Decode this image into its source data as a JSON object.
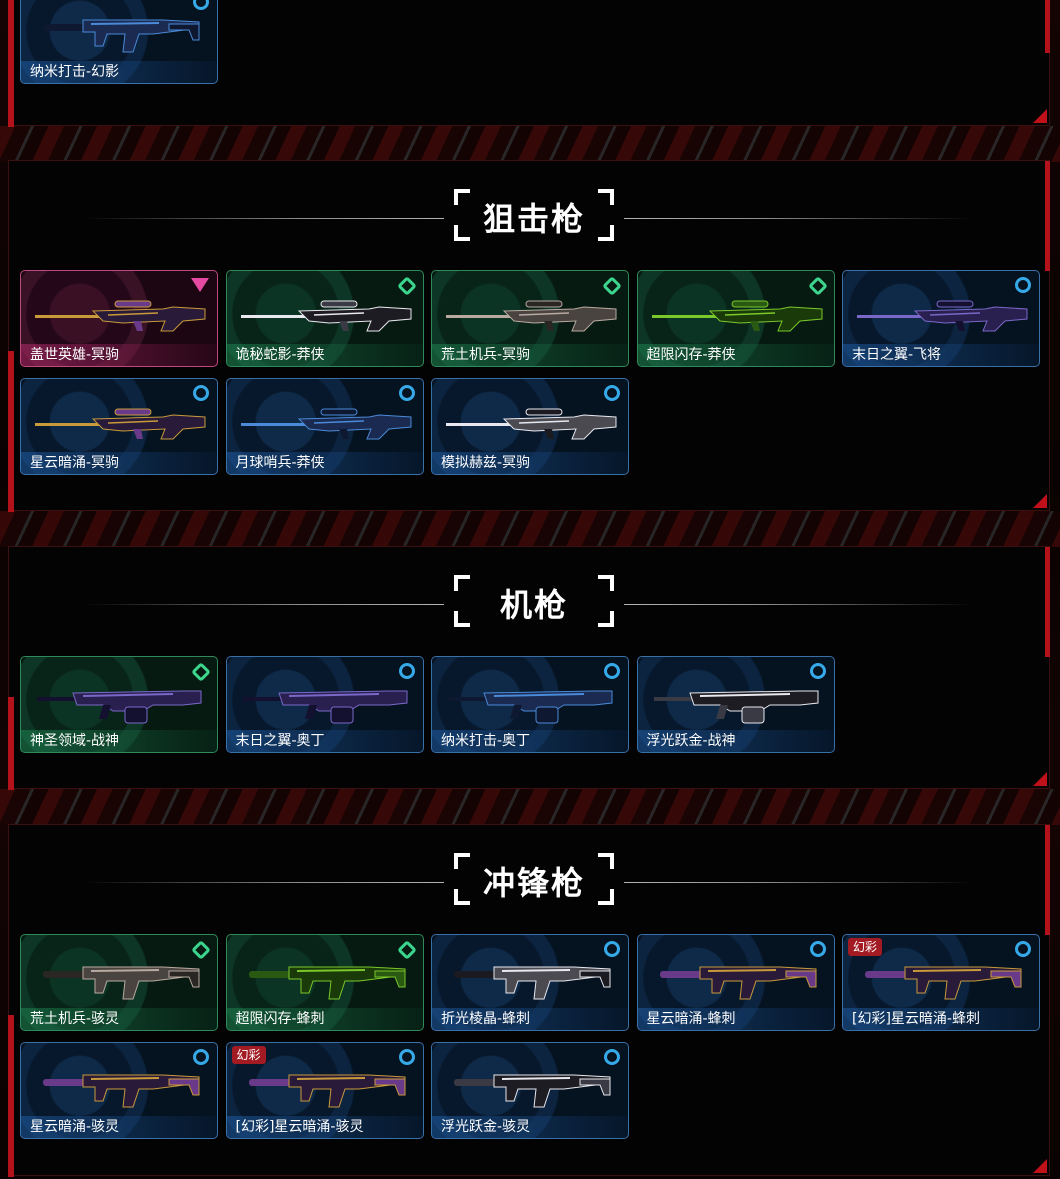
{
  "colors": {
    "accent_red": "#c0101a",
    "rarity_blue": "#36a9e8",
    "rarity_green": "#3cd58e",
    "rarity_pink": "#e54aa0"
  },
  "top_section": {
    "cards": [
      {
        "name": "纳米打击-幻影",
        "rarity": "blue",
        "icon": "rarity-circle-icon",
        "palette": "blue"
      }
    ]
  },
  "sections": [
    {
      "title": "狙击枪",
      "cards": [
        {
          "name": "盖世英雄-冥驹",
          "rarity": "pink",
          "icon": "rarity-triangle-icon",
          "palette": "gold"
        },
        {
          "name": "诡秘蛇影-莽侠",
          "rarity": "green",
          "icon": "rarity-diamond-icon",
          "palette": "dark"
        },
        {
          "name": "荒土机兵-冥驹",
          "rarity": "green",
          "icon": "rarity-diamond-icon",
          "palette": "grey"
        },
        {
          "name": "超限闪存-莽侠",
          "rarity": "green",
          "icon": "rarity-diamond-icon",
          "palette": "lime"
        },
        {
          "name": "末日之翼-飞将",
          "rarity": "blue",
          "icon": "rarity-circle-icon",
          "palette": "purple"
        },
        {
          "name": "星云暗涌-冥驹",
          "rarity": "blue",
          "icon": "rarity-circle-icon",
          "palette": "gold"
        },
        {
          "name": "月球哨兵-莽侠",
          "rarity": "blue",
          "icon": "rarity-circle-icon",
          "palette": "blue"
        },
        {
          "name": "模拟赫兹-冥驹",
          "rarity": "blue",
          "icon": "rarity-circle-icon",
          "palette": "white"
        }
      ]
    },
    {
      "title": "机枪",
      "cards": [
        {
          "name": "神圣领域-战神",
          "rarity": "green",
          "icon": "rarity-diamond-icon",
          "palette": "purple"
        },
        {
          "name": "末日之翼-奥丁",
          "rarity": "blue",
          "icon": "rarity-circle-icon",
          "palette": "purple"
        },
        {
          "name": "纳米打击-奥丁",
          "rarity": "blue",
          "icon": "rarity-circle-icon",
          "palette": "blue"
        },
        {
          "name": "浮光跃金-战神",
          "rarity": "blue",
          "icon": "rarity-circle-icon",
          "palette": "dark"
        }
      ]
    },
    {
      "title": "冲锋枪",
      "cards": [
        {
          "name": "荒土机兵-骇灵",
          "rarity": "green",
          "icon": "rarity-diamond-icon",
          "palette": "grey"
        },
        {
          "name": "超限闪存-蜂刺",
          "rarity": "green",
          "icon": "rarity-diamond-icon",
          "palette": "lime"
        },
        {
          "name": "折光棱晶-蜂刺",
          "rarity": "blue",
          "icon": "rarity-circle-icon",
          "palette": "white"
        },
        {
          "name": "星云暗涌-蜂刺",
          "rarity": "blue",
          "icon": "rarity-circle-icon",
          "palette": "gold"
        },
        {
          "name": "[幻彩]星云暗涌-蜂刺",
          "rarity": "blue",
          "icon": "rarity-circle-icon",
          "palette": "gold",
          "badge": "幻彩"
        },
        {
          "name": "星云暗涌-骇灵",
          "rarity": "blue",
          "icon": "rarity-circle-icon",
          "palette": "gold"
        },
        {
          "name": "[幻彩]星云暗涌-骇灵",
          "rarity": "blue",
          "icon": "rarity-circle-icon",
          "palette": "gold",
          "badge": "幻彩"
        },
        {
          "name": "浮光跃金-骇灵",
          "rarity": "blue",
          "icon": "rarity-circle-icon",
          "palette": "dark"
        }
      ]
    }
  ]
}
